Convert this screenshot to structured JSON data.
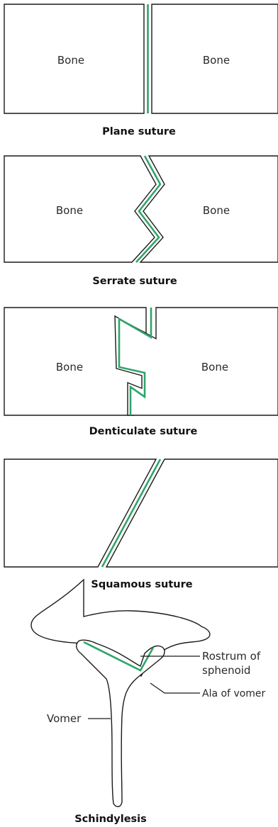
{
  "colors": {
    "suture": "#2fa56a",
    "outline": "#1a1a1a",
    "background": "#ffffff"
  },
  "panels": {
    "plane": {
      "left_label": "Bone",
      "right_label": "Bone",
      "caption": "Plane suture"
    },
    "serrate": {
      "left_label": "Bone",
      "right_label": "Bone",
      "caption": "Serrate suture"
    },
    "denticulate": {
      "left_label": "Bone",
      "right_label": "Bone",
      "caption": "Denticulate suture"
    },
    "squamous": {
      "caption": "Squamous suture"
    },
    "schindylesis": {
      "label_rostrum_line1": "Rostrum of",
      "label_rostrum_line2": "sphenoid",
      "label_ala": "Ala of vomer",
      "label_vomer": "Vomer",
      "caption": "Schindylesis"
    }
  }
}
